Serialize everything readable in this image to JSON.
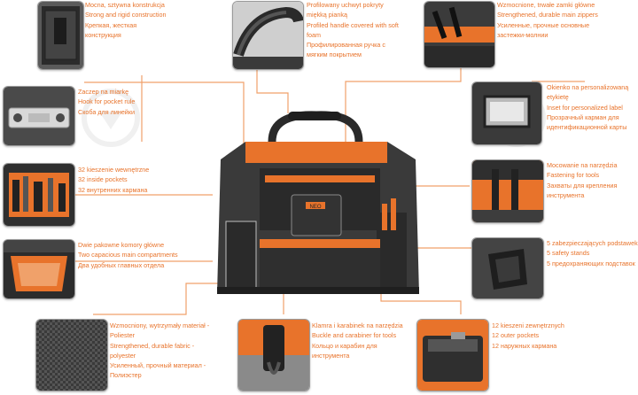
{
  "accent_color": "#e8732b",
  "line_color": "#f0a16a",
  "features": [
    {
      "id": "sturdy",
      "lines": [
        "Mocna, sztywna konstrukcja",
        "Strong and rigid construction",
        "Крепкая, жесткая",
        "конструкция"
      ]
    },
    {
      "id": "handle",
      "lines": [
        "Profilowany uchwyt pokryty",
        "miękką pianką",
        "Profiled handle covered with soft",
        "foam",
        "Профилированная ручка с",
        "мягким покрытием"
      ]
    },
    {
      "id": "zippers",
      "lines": [
        "Wzmocnione, trwałe zamki główne",
        "Strengthened, durable main zippers",
        "Усиленные, прочные основные",
        "застежки-молнии"
      ]
    },
    {
      "id": "hook",
      "lines": [
        "Zaczep na miarkę",
        "Hook for pocket rule",
        "Скоба для линейки"
      ]
    },
    {
      "id": "label",
      "lines": [
        "Okienko na personalizowaną",
        "etykietę",
        "Inset for personalized label",
        "Прозрачный карман для",
        "идентификационной карты"
      ]
    },
    {
      "id": "inside",
      "lines": [
        "32 kieszenie wewnętrzne",
        "32 inside pockets",
        "32 внутренних кармана"
      ]
    },
    {
      "id": "fastening",
      "lines": [
        "Mocowanie na narzędzia",
        "Fastening for tools",
        "Захваты для крепления",
        "инструмента"
      ]
    },
    {
      "id": "compartments",
      "lines": [
        "Dwie pakowne komory główne",
        "Two capacious main compartments",
        "Два удобных главных отдела"
      ]
    },
    {
      "id": "stands",
      "lines": [
        "5 zabezpieczających podstawek",
        "5 safety stands",
        "5 предохраняющих подставок"
      ]
    },
    {
      "id": "fabric",
      "lines": [
        "Wzmocniony, wytrzymały materiał -",
        "Poliester",
        "Strengthened, durable fabric -",
        "polyester",
        "Усиленный, прочный материал -",
        "Полиэстер"
      ]
    },
    {
      "id": "buckle",
      "lines": [
        "Klamra i karabinek na narzędzia",
        "Buckle and carabiner for tools",
        "Кольцо и карабин для",
        "инструмента"
      ]
    },
    {
      "id": "outer",
      "lines": [
        "12 kieszeni zewnętrznych",
        "12 outer pockets",
        "12 наружных кармана"
      ]
    }
  ],
  "bag": {
    "brand_label": "NEO"
  }
}
